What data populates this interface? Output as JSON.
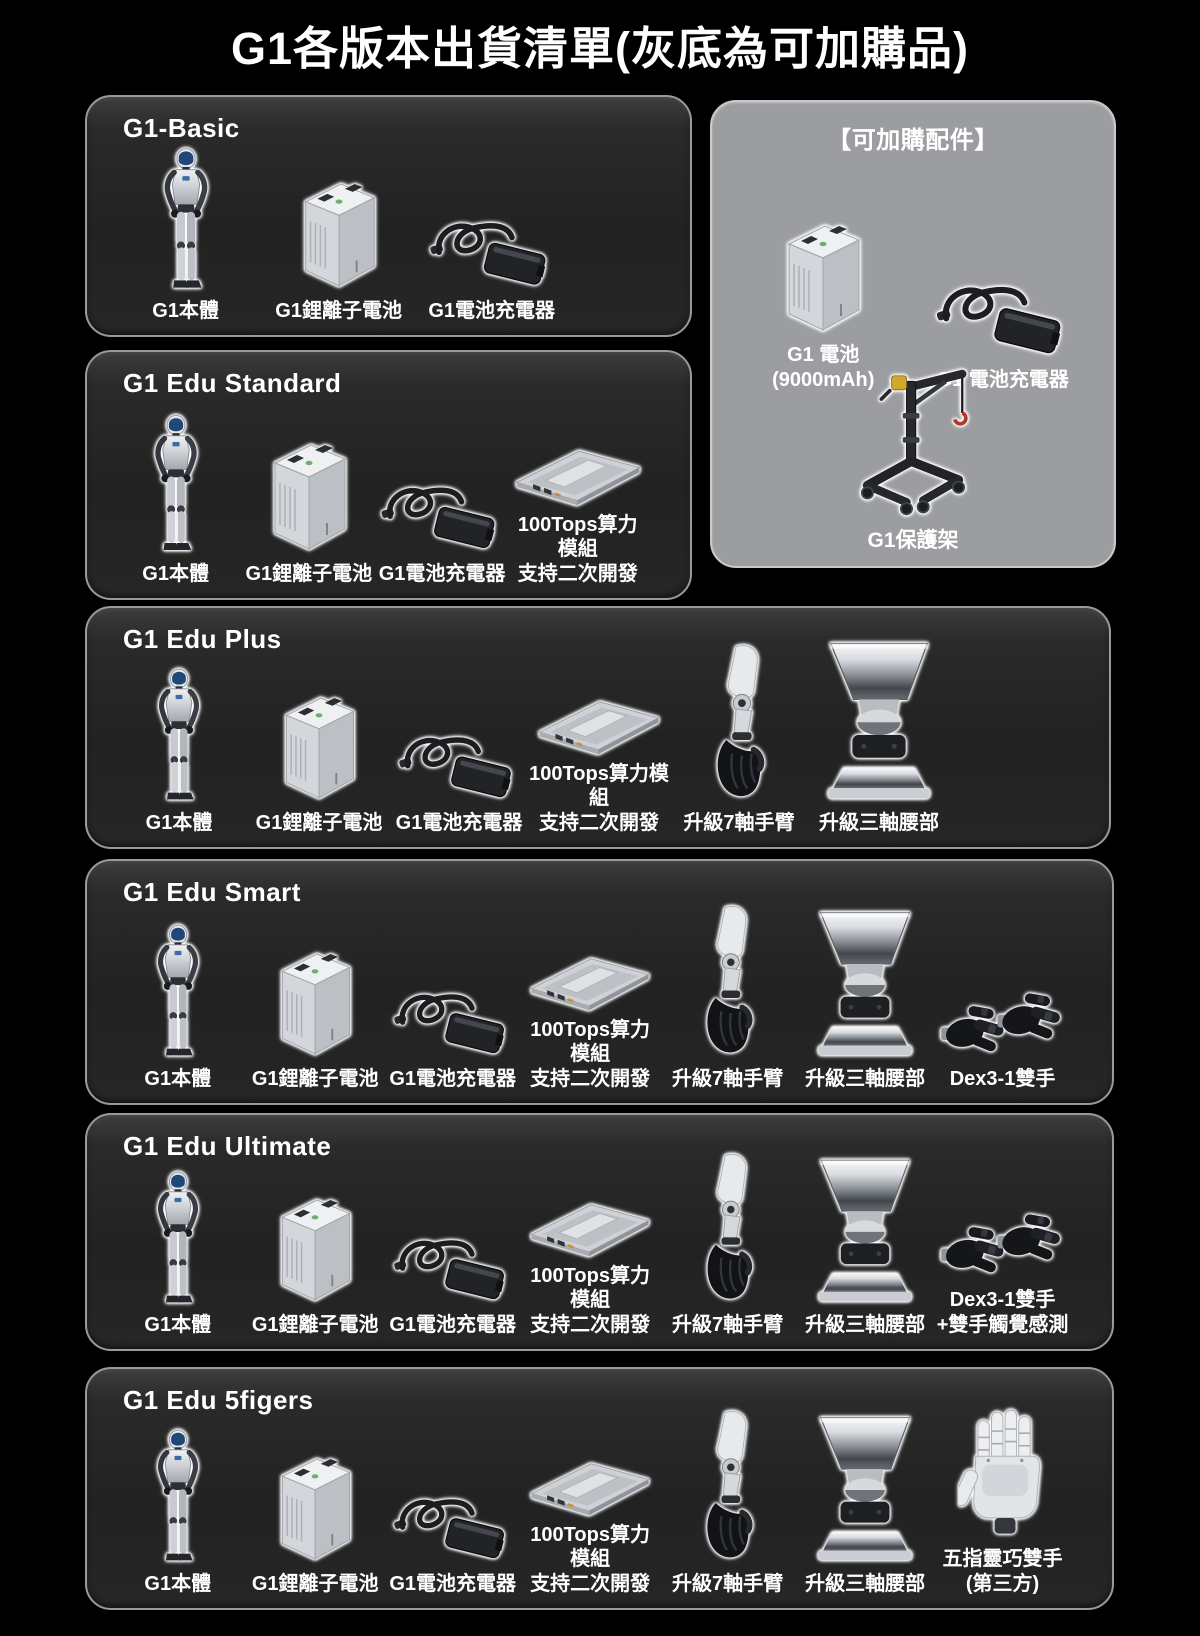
{
  "title": "G1各版本出貨清單(灰底為可加購品)",
  "colors": {
    "background": "#000000",
    "panel_dark_bg": "#232323",
    "panel_dark_border": "#9a9a9a",
    "panel_gray_bg": "#9b9da0",
    "label_text": "#ffffff"
  },
  "panels": [
    {
      "name": "G1-Basic",
      "style": "dark",
      "items": [
        {
          "label": "G1本體",
          "icon": "g1-robot"
        },
        {
          "label": "G1鋰離子電池",
          "icon": "li-battery"
        },
        {
          "label": "G1電池充電器",
          "icon": "battery-charger"
        }
      ]
    },
    {
      "name": "G1 Edu Standard",
      "style": "dark",
      "items": [
        {
          "label": "G1本體",
          "icon": "g1-robot"
        },
        {
          "label": "G1鋰離子電池",
          "icon": "li-battery"
        },
        {
          "label": "G1電池充電器",
          "icon": "battery-charger"
        },
        {
          "label": "100Tops算力模組\n支持二次開發",
          "icon": "compute-module"
        }
      ]
    },
    {
      "name": "【可加購配件】",
      "style": "gray",
      "items": [
        {
          "label": "G1 電池\n(9000mAh)",
          "icon": "g1-battery"
        },
        {
          "label": "G1 電池充電器",
          "icon": "battery-charger"
        },
        {
          "label": "G1保護架",
          "icon": "protection-stand"
        }
      ]
    },
    {
      "name": "G1 Edu Plus",
      "style": "dark",
      "items": [
        {
          "label": "G1本體",
          "icon": "g1-robot"
        },
        {
          "label": "G1鋰離子電池",
          "icon": "li-battery"
        },
        {
          "label": "G1電池充電器",
          "icon": "battery-charger"
        },
        {
          "label": "100Tops算力模組\n支持二次開發",
          "icon": "compute-module"
        },
        {
          "label": "升級7軸手臂",
          "icon": "arm-7axis"
        },
        {
          "label": "升級三軸腰部",
          "icon": "waist-3axis"
        }
      ]
    },
    {
      "name": "G1 Edu Smart",
      "style": "dark",
      "items": [
        {
          "label": "G1本體",
          "icon": "g1-robot"
        },
        {
          "label": "G1鋰離子電池",
          "icon": "li-battery"
        },
        {
          "label": "G1電池充電器",
          "icon": "battery-charger"
        },
        {
          "label": "100Tops算力模組\n支持二次開發",
          "icon": "compute-module"
        },
        {
          "label": "升級7軸手臂",
          "icon": "arm-7axis"
        },
        {
          "label": "升級三軸腰部",
          "icon": "waist-3axis"
        },
        {
          "label": "Dex3-1雙手",
          "icon": "dex3-hands"
        }
      ]
    },
    {
      "name": "G1 Edu Ultimate",
      "style": "dark",
      "items": [
        {
          "label": "G1本體",
          "icon": "g1-robot"
        },
        {
          "label": "G1鋰離子電池",
          "icon": "li-battery"
        },
        {
          "label": "G1電池充電器",
          "icon": "battery-charger"
        },
        {
          "label": "100Tops算力模組\n支持二次開發",
          "icon": "compute-module"
        },
        {
          "label": "升級7軸手臂",
          "icon": "arm-7axis"
        },
        {
          "label": "升級三軸腰部",
          "icon": "waist-3axis"
        },
        {
          "label": "Dex3-1雙手\n+雙手觸覺感測",
          "icon": "dex3-hands-tactile"
        }
      ]
    },
    {
      "name": "G1 Edu 5figers",
      "style": "dark",
      "items": [
        {
          "label": "G1本體",
          "icon": "g1-robot"
        },
        {
          "label": "G1鋰離子電池",
          "icon": "li-battery"
        },
        {
          "label": "G1電池充電器",
          "icon": "battery-charger"
        },
        {
          "label": "100Tops算力模組\n支持二次開發",
          "icon": "compute-module"
        },
        {
          "label": "升級7軸手臂",
          "icon": "arm-7axis"
        },
        {
          "label": "升級三軸腰部",
          "icon": "waist-3axis"
        },
        {
          "label": "五指靈巧雙手\n(第三方)",
          "icon": "five-finger-hand"
        }
      ]
    }
  ]
}
